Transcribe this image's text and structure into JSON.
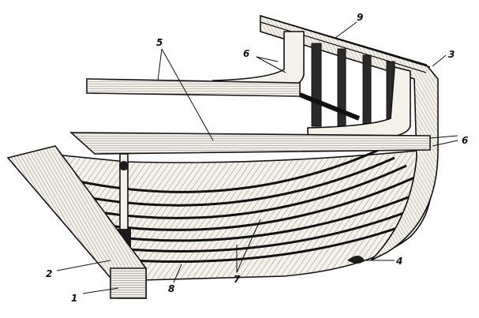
{
  "figure": {
    "labels": [
      {
        "id": "label-1",
        "text": "1"
      },
      {
        "id": "label-2",
        "text": "2"
      },
      {
        "id": "label-3",
        "text": "3"
      },
      {
        "id": "label-4",
        "text": "4"
      },
      {
        "id": "label-5",
        "text": "5"
      },
      {
        "id": "label-6a",
        "text": "6"
      },
      {
        "id": "label-6b",
        "text": "6"
      },
      {
        "id": "label-7",
        "text": "7"
      },
      {
        "id": "label-8",
        "text": "8"
      },
      {
        "id": "label-9",
        "text": "9"
      }
    ]
  }
}
